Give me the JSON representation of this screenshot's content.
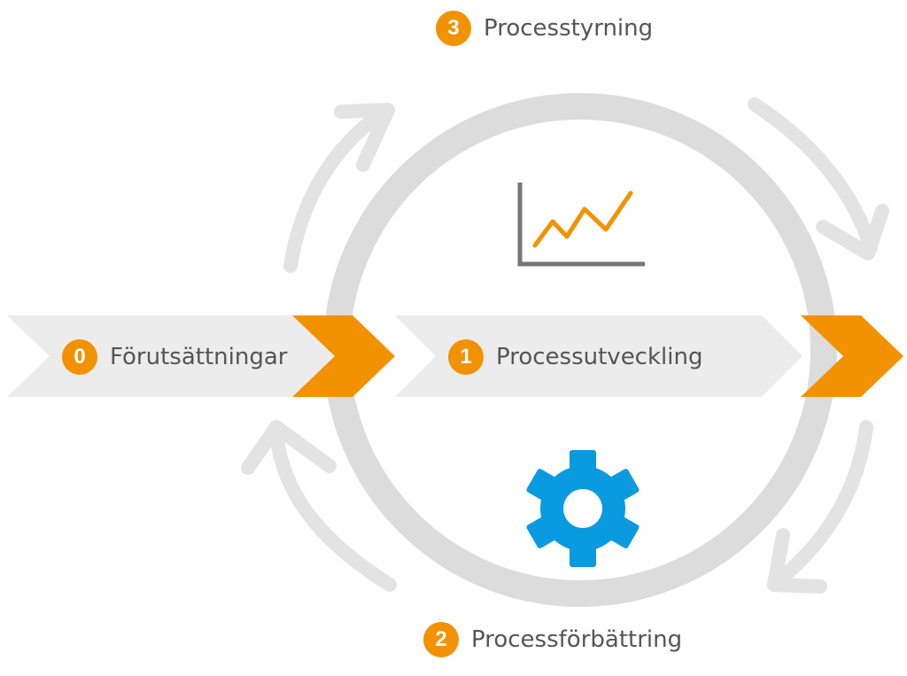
{
  "steps": [
    {
      "number": "0",
      "label": "Förutsättningar"
    },
    {
      "number": "1",
      "label": "Processutveckling"
    },
    {
      "number": "2",
      "label": "Processförbättring"
    },
    {
      "number": "3",
      "label": "Processtyrning"
    }
  ],
  "icons": {
    "chart": "line-chart-icon",
    "gear": "gear-icon"
  },
  "colors": {
    "accent_orange": "#f39200",
    "gear_blue": "#0a9ae0",
    "ring_gray": "#dcdcdc",
    "band_gray": "#ececec",
    "text_gray": "#555555",
    "axis_gray": "#777777"
  }
}
